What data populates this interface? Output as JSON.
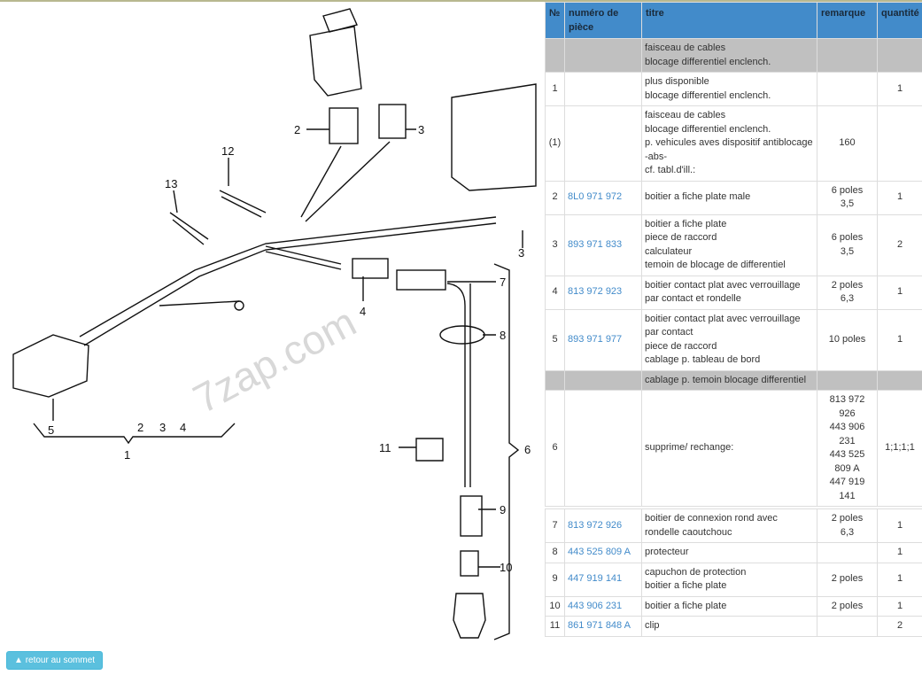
{
  "diagram": {
    "watermark": "7zap.com",
    "callouts": [
      "1",
      "2",
      "3",
      "4",
      "5",
      "6",
      "7",
      "8",
      "9",
      "10",
      "11",
      "12",
      "13",
      "2",
      "3",
      "4",
      "3"
    ]
  },
  "table": {
    "headers": [
      "№",
      "numéro de pièce",
      "titre",
      "remarque",
      "quantité"
    ],
    "rows": [
      {
        "type": "group",
        "no": "",
        "part": "",
        "title": [
          "faisceau de cables",
          "blocage differentiel enclench."
        ],
        "remark": [],
        "qty": ""
      },
      {
        "no": "1",
        "part": "",
        "title": [
          "plus disponible",
          "blocage differentiel enclench."
        ],
        "remark": [],
        "qty": "1"
      },
      {
        "no": "(1)",
        "part": "",
        "title": [
          "faisceau de cables",
          "blocage differentiel enclench.",
          "p. vehicules aves dispositif antiblocage",
          "-abs-",
          "cf. tabl.d'ill.:"
        ],
        "remark": [
          "160"
        ],
        "qty": ""
      },
      {
        "no": "2",
        "part": "8L0 971 972",
        "title": [
          "boitier a fiche plate male"
        ],
        "remark": [
          "6 poles",
          "3,5"
        ],
        "qty": "1"
      },
      {
        "no": "3",
        "part": "893 971 833",
        "title": [
          "boitier a fiche plate",
          "piece de raccord",
          "calculateur",
          "temoin de blocage de differentiel"
        ],
        "remark": [
          "6 poles",
          "3,5"
        ],
        "qty": "2"
      },
      {
        "no": "4",
        "part": "813 972 923",
        "title": [
          "boitier contact plat avec verrouillage par contact et rondelle"
        ],
        "remark": [
          "2 poles",
          "6,3"
        ],
        "qty": "1"
      },
      {
        "no": "5",
        "part": "893 971 977",
        "title": [
          "boitier contact plat avec verrouillage par contact",
          "piece de raccord",
          "cablage p. tableau de bord"
        ],
        "remark": [
          "10 poles"
        ],
        "qty": "1"
      },
      {
        "type": "group",
        "no": "",
        "part": "",
        "title": [
          "cablage p. temoin blocage differentiel"
        ],
        "remark": [],
        "qty": ""
      },
      {
        "no": "6",
        "part": "",
        "title": [
          "supprime/ rechange:"
        ],
        "remark": [
          "813 972 926",
          "443 906 231",
          "443 525 809 A",
          "447 919 141"
        ],
        "qty": "1;1;1;1"
      },
      {
        "type": "spacer"
      },
      {
        "no": "7",
        "part": "813 972 926",
        "title": [
          "boitier de connexion rond avec rondelle caoutchouc"
        ],
        "remark": [
          "2 poles",
          "6,3"
        ],
        "qty": "1"
      },
      {
        "no": "8",
        "part": "443 525 809 A",
        "title": [
          "protecteur"
        ],
        "remark": [],
        "qty": "1"
      },
      {
        "no": "9",
        "part": "447 919 141",
        "title": [
          "capuchon de protection",
          "boitier a fiche plate"
        ],
        "remark": [
          "2 poles"
        ],
        "qty": "1"
      },
      {
        "no": "10",
        "part": "443 906 231",
        "title": [
          "boitier a fiche plate"
        ],
        "remark": [
          "2 poles"
        ],
        "qty": "1"
      },
      {
        "no": "11",
        "part": "861 971 848 A",
        "title": [
          "clip"
        ],
        "remark": [],
        "qty": "2"
      }
    ]
  },
  "back_to_top": "retour au sommet"
}
